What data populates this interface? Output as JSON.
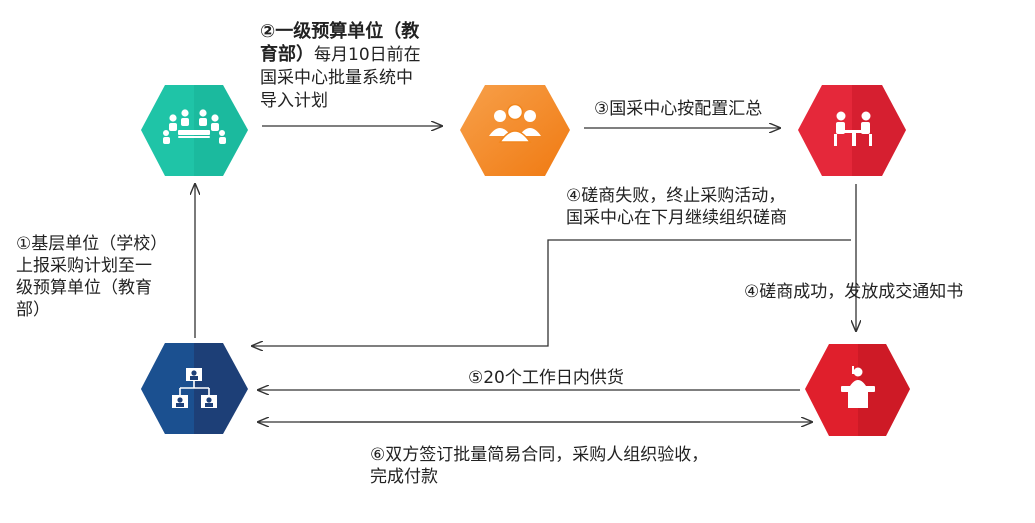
{
  "colors": {
    "node_teal": "#1fc4a7",
    "node_orange": "#f58a23",
    "node_red": "#e5283a",
    "node_navy": "#1d3f77",
    "node_crimson": "#e01f2c",
    "arrow": "#333333"
  },
  "nodes": [
    {
      "id": "budget-unit",
      "icon": "meeting-people-icon",
      "color": "#1fc4a7"
    },
    {
      "id": "procurement-center",
      "icon": "group-people-icon",
      "color": "#f58a23"
    },
    {
      "id": "negotiation",
      "icon": "negotiation-table-icon",
      "color": "#e5283a"
    },
    {
      "id": "base-unit",
      "icon": "org-chart-icon",
      "color": "#1d3f77"
    },
    {
      "id": "supplier",
      "icon": "podium-speaker-icon",
      "color": "#e01f2c"
    }
  ],
  "steps": {
    "step1": {
      "lines": [
        "①基层单位（学校）",
        "上报采购计划至一",
        "级预算单位（教育",
        "部）"
      ]
    },
    "step2": {
      "bold_line1": "②一级预算单位（教",
      "bold_line2": "育部）",
      "line2_rest": "每月10日前在",
      "line3": "国采中心批量系统中",
      "line4": "导入计划"
    },
    "step3": {
      "text": "③国采中心按配置汇总"
    },
    "step4_fail": {
      "lines": [
        "④磋商失败，终止采购活动，",
        "国采中心在下月继续组织磋商"
      ]
    },
    "step4_success": {
      "text": "④磋商成功，发放成交通知书"
    },
    "step5": {
      "text": "⑤20个工作日内供货"
    },
    "step6": {
      "lines": [
        "⑥双方签订批量简易合同，采购人组织验收，",
        "完成付款"
      ]
    }
  }
}
